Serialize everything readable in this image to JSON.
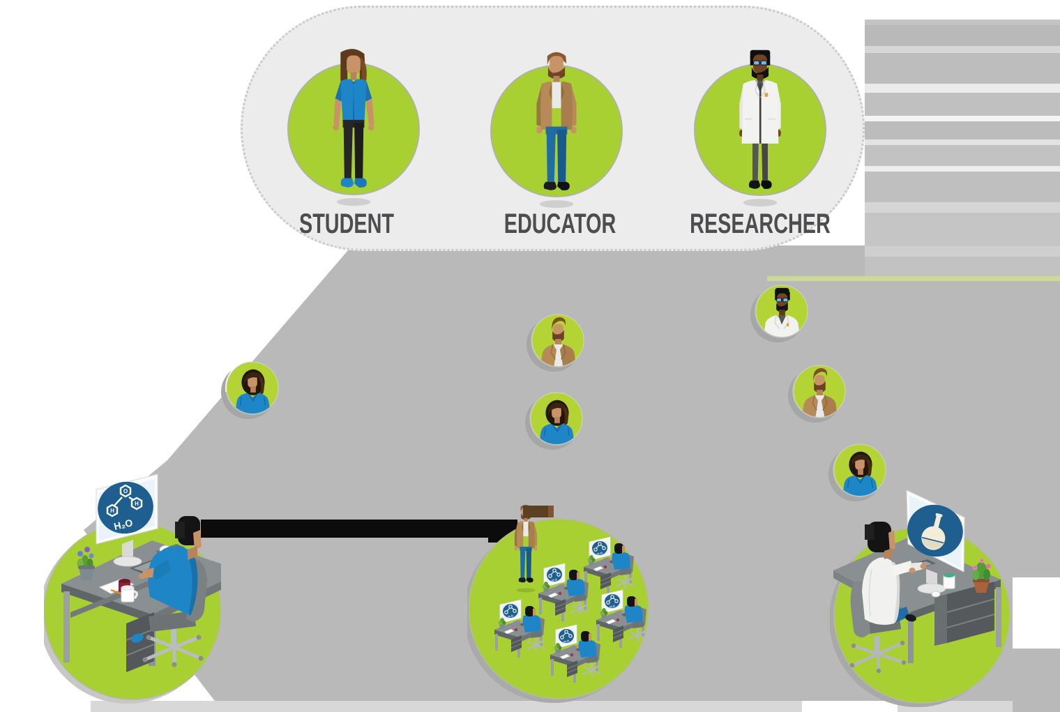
{
  "personas": [
    {
      "id": "student",
      "label": "STUDENT"
    },
    {
      "id": "educator",
      "label": "EDUCATOR"
    },
    {
      "id": "researcher",
      "label": "RESEARCHER"
    }
  ],
  "screens": {
    "molecule_label": "H₂O",
    "left_monitor_icon": "h2o-molecule",
    "right_monitor_icon": "chemistry-flask",
    "classroom_monitor_icon": "h2o-molecule"
  },
  "avatars": [
    {
      "persona": "student",
      "position": "left"
    },
    {
      "persona": "educator",
      "position": "middle-upper"
    },
    {
      "persona": "student",
      "position": "middle-lower"
    },
    {
      "persona": "researcher",
      "position": "right-upper"
    },
    {
      "persona": "educator",
      "position": "right-middle"
    },
    {
      "persona": "student",
      "position": "right-lower"
    }
  ],
  "scenes": [
    {
      "id": "student-workstation",
      "monitor": "h2o-molecule"
    },
    {
      "id": "educator-classroom",
      "monitor": "h2o-molecule",
      "desk_count": 5
    },
    {
      "id": "researcher-workstation",
      "monitor": "chemistry-flask"
    }
  ],
  "colors": {
    "green": "#a9d032",
    "blue": "#1e86c7",
    "navy": "#1e5f90",
    "funnel_gray": "#b9b9b9",
    "container_gray": "#ececec",
    "label_gray": "#4d4d4f"
  }
}
